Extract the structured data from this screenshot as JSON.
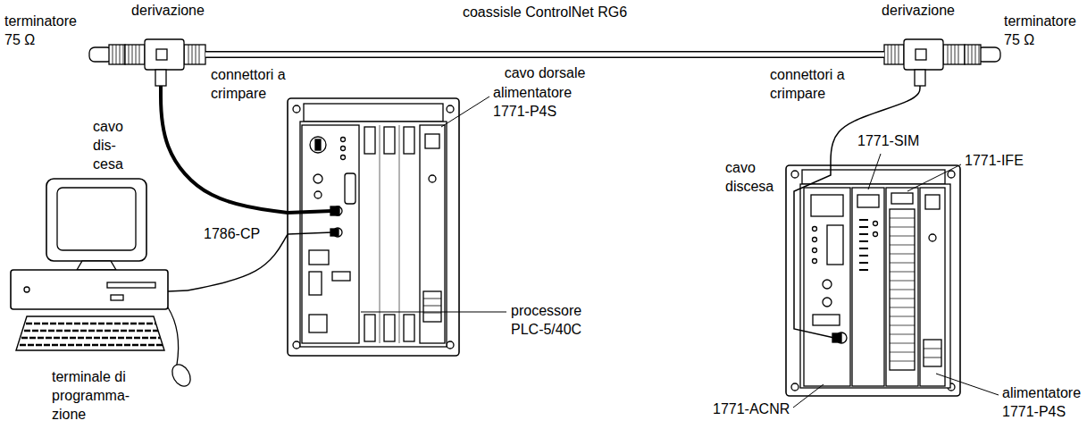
{
  "diagram": {
    "nodes": [
      {
        "text": [
          "terminatore 75 Ω"
        ]
      },
      {
        "text": [
          "derivazione"
        ]
      },
      {
        "text": [
          "derivazione"
        ]
      },
      {
        "text": [
          "terminatore 75 Ω"
        ]
      },
      {
        "text": [
          "alimentatore 1771-P4S",
          "processore PLC-5/40C"
        ]
      },
      {
        "text": [
          "terminale di programma- zione"
        ]
      },
      {
        "text": [
          "1771-SIM",
          "1771-IFE",
          "1771-ACNR",
          "alimentatore 1771-P4S"
        ]
      }
    ],
    "edges": [
      {
        "from": 1,
        "to": 2,
        "arrow": "none",
        "label": "cavo dorsale"
      },
      {
        "from": 1,
        "to": 4,
        "arrow": "none",
        "label": "cavo dis- cesa"
      },
      {
        "from": 2,
        "to": 6,
        "arrow": "none",
        "label": "cavo discesa"
      },
      {
        "from": 5,
        "to": 4,
        "arrow": "none",
        "label": "1786-CP"
      }
    ],
    "labels": [
      "coassisle ControlNet RG6",
      "connettori a crimpare",
      "connettori a crimpare"
    ]
  }
}
